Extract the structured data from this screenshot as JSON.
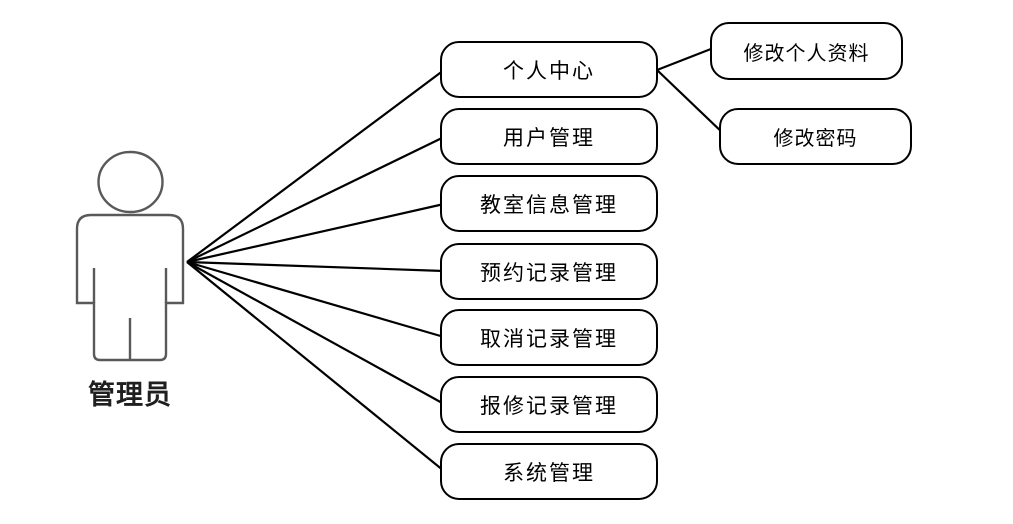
{
  "diagram": {
    "type": "use-case",
    "actor": {
      "label": "管理员"
    },
    "use_cases": [
      {
        "label": "个人中心"
      },
      {
        "label": "用户管理"
      },
      {
        "label": "教室信息管理"
      },
      {
        "label": "预约记录管理"
      },
      {
        "label": "取消记录管理"
      },
      {
        "label": "报修记录管理"
      },
      {
        "label": "系统管理"
      }
    ],
    "sub_use_cases": [
      {
        "label": "修改个人资料",
        "parent": "个人中心"
      },
      {
        "label": "修改密码",
        "parent": "个人中心"
      }
    ],
    "connections": [
      {
        "from": "管理员",
        "to": "个人中心"
      },
      {
        "from": "管理员",
        "to": "用户管理"
      },
      {
        "from": "管理员",
        "to": "教室信息管理"
      },
      {
        "from": "管理员",
        "to": "预约记录管理"
      },
      {
        "from": "管理员",
        "to": "取消记录管理"
      },
      {
        "from": "管理员",
        "to": "报修记录管理"
      },
      {
        "from": "管理员",
        "to": "系统管理"
      },
      {
        "from": "个人中心",
        "to": "修改个人资料"
      },
      {
        "from": "个人中心",
        "to": "修改密码"
      }
    ],
    "colors": {
      "background": "#ffffff",
      "line": "#000000",
      "box_border": "#000000",
      "box_fill": "#ffffff",
      "text": "#000000",
      "actor_stroke": "#595959"
    }
  }
}
